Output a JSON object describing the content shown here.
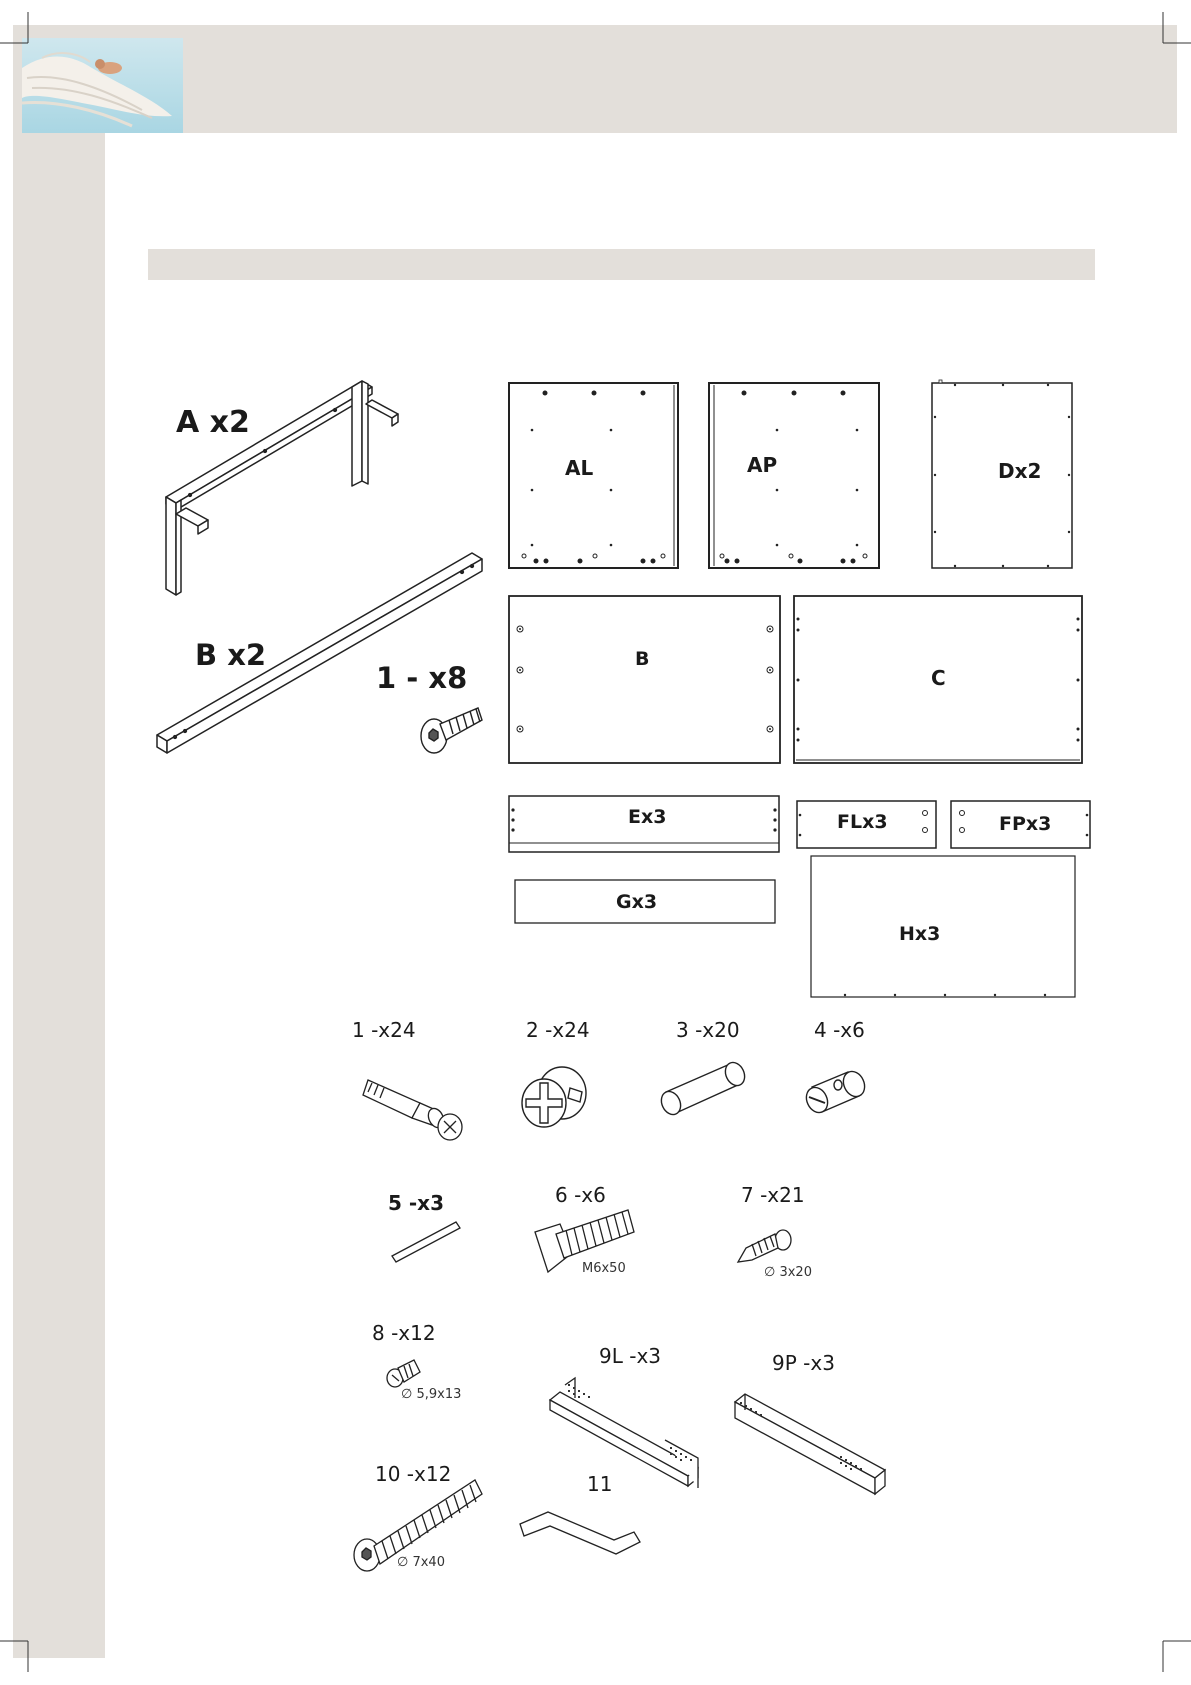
{
  "panels": {
    "AL": "AL",
    "AP": "AP",
    "D": "Dx2",
    "B": "B",
    "C": "C",
    "E": "Ex3",
    "FL": "FLx3",
    "FP": "FPx3",
    "G": "Gx3",
    "H": "Hx3"
  },
  "frame_parts": {
    "A": "A x2",
    "B": "B x2",
    "bolt": "1 - x8"
  },
  "hardware": [
    {
      "id": "h1",
      "label": "1 -x24"
    },
    {
      "id": "h2",
      "label": "2 -x24"
    },
    {
      "id": "h3",
      "label": "3 -x20"
    },
    {
      "id": "h4",
      "label": "4 -x6"
    },
    {
      "id": "h5",
      "label": "5 -x3"
    },
    {
      "id": "h6",
      "label": "6 -x6",
      "spec": "M6x50"
    },
    {
      "id": "h7",
      "label": "7 -x21",
      "spec": "∅ 3x20"
    },
    {
      "id": "h8",
      "label": "8 -x12",
      "spec": "∅ 5,9x13"
    },
    {
      "id": "h9L",
      "label": "9L -x3"
    },
    {
      "id": "h9P",
      "label": "9P -x3"
    },
    {
      "id": "h10",
      "label": "10 -x12",
      "spec": "∅ 7x40"
    },
    {
      "id": "h11",
      "label": "11"
    }
  ],
  "icons": [
    "header-photo-icon",
    "leg-frame-icon",
    "crossbar-icon",
    "bolt-icon",
    "cam-bolt-icon",
    "cam-lock-icon",
    "dowel-icon",
    "barrel-nut-icon",
    "pin-icon",
    "countersunk-bolt-icon",
    "wood-screw-icon",
    "euro-screw-icon",
    "drawer-rail-left-icon",
    "drawer-rail-right-icon",
    "long-screw-icon",
    "allen-key-icon"
  ]
}
